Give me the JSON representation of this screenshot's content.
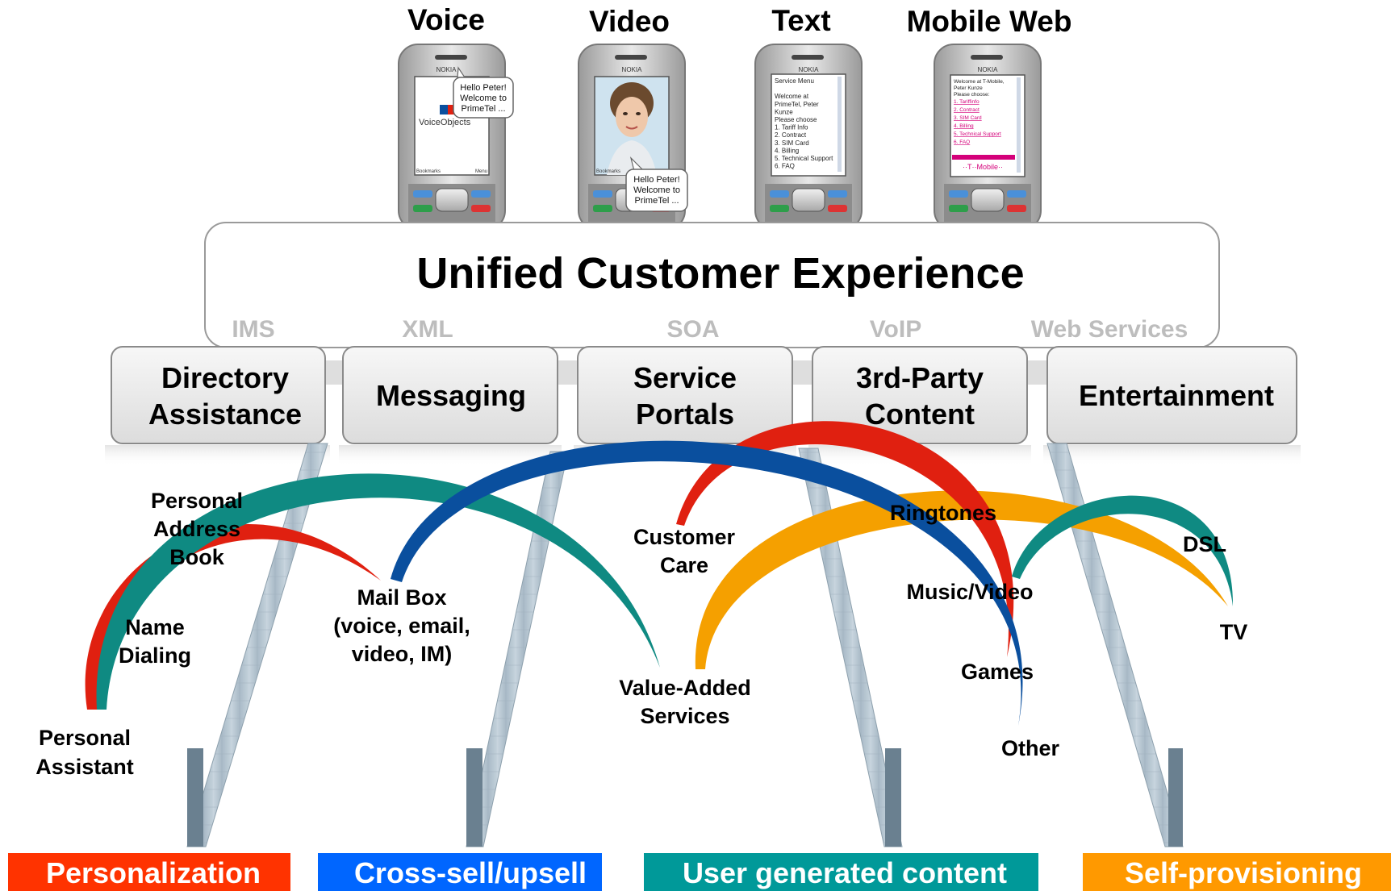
{
  "channels": [
    "Voice",
    "Video",
    "Text",
    "Mobile Web"
  ],
  "phones": {
    "voice": {
      "bubble": [
        "Hello Peter!",
        "Welcome to",
        "PrimeTel ..."
      ],
      "logo": "VoiceObjects",
      "soft_left": "Bookmarks",
      "soft_right": "Menu"
    },
    "video": {
      "bubble": [
        "Hello Peter!",
        "Welcome to",
        "PrimeTel ..."
      ],
      "soft_left": "Bookmarks"
    },
    "text": {
      "lines": [
        "Service Menu",
        "",
        "Welcome at",
        "PrimeTel, Peter",
        "Kunze",
        "Please choose",
        "1. Tariff Info",
        "2. Contract",
        "3. SIM Card",
        "4. Billing",
        "5. Technical Support",
        "6. FAQ"
      ]
    },
    "web": {
      "lines": [
        "Welcome at T-Mobile,",
        "Peter Kunze",
        "Please choose:"
      ],
      "links": [
        "1. Tariffinfo",
        "2. Contract",
        "3. SIM Card",
        "4. Billing",
        "5. Technical Support",
        "6. FAQ"
      ],
      "brand": "··T··Mobile··"
    }
  },
  "platform": {
    "title": "Unified Customer Experience",
    "technologies": [
      "IMS",
      "XML",
      "SOA",
      "VoIP",
      "Web Services"
    ]
  },
  "services": [
    [
      "Directory",
      "Assistance"
    ],
    [
      "Messaging"
    ],
    [
      "Service",
      "Portals"
    ],
    [
      "3rd-Party",
      "Content"
    ],
    [
      "Entertainment"
    ]
  ],
  "offerings": {
    "personal_address_book": [
      "Personal",
      "Address",
      "Book"
    ],
    "name_dialing": [
      "Name",
      "Dialing"
    ],
    "personal_assistant": [
      "Personal",
      "Assistant"
    ],
    "mail_box": [
      "Mail Box",
      "(voice, email,",
      "video, IM)"
    ],
    "customer_care": [
      "Customer",
      "Care"
    ],
    "value_added_services": [
      "Value-Added",
      "Services"
    ],
    "ringtones": [
      "Ringtones"
    ],
    "music_video": [
      "Music/Video"
    ],
    "games": [
      "Games"
    ],
    "other": [
      "Other"
    ],
    "dsl": [
      "DSL"
    ],
    "tv": [
      "TV"
    ]
  },
  "bands": [
    {
      "label": "Personalization",
      "color": "#ff3300"
    },
    {
      "label": "Cross-sell/upsell",
      "color": "#0066ff"
    },
    {
      "label": "User generated content",
      "color": "#009999"
    },
    {
      "label": "Self-provisioning",
      "color": "#ff9900"
    }
  ],
  "colors": {
    "arc_red": "#e02010",
    "arc_teal": "#0f8a82",
    "arc_blue": "#0a4f9e",
    "arc_orange": "#f5a000",
    "tech_label": "#bdbdbd"
  }
}
